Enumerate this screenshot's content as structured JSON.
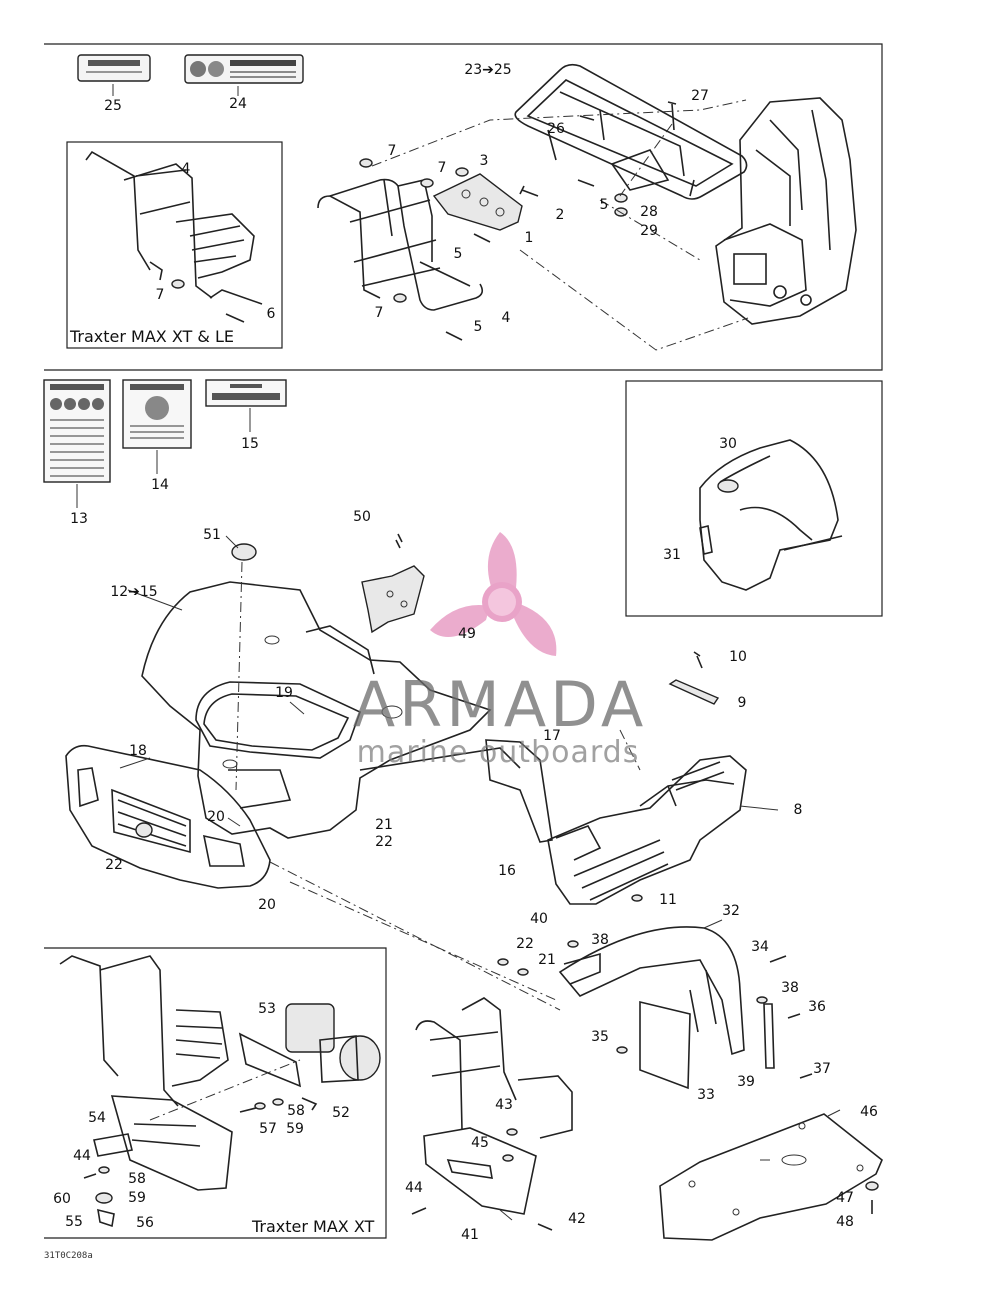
{
  "diagram": {
    "captions": {
      "max_xt_le": "Traxter MAX XT & LE",
      "max_xt": "Traxter MAX XT"
    },
    "footer_code": "31T0C208a",
    "watermark": {
      "brand": "ARMADA",
      "tagline": "marine outboards"
    },
    "labels": {
      "l1": "1",
      "l2": "2",
      "l3": "3",
      "l4a": "4",
      "l4b": "4",
      "l5a": "5",
      "l5b": "5",
      "l5c": "5",
      "l6": "6",
      "l7a": "7",
      "l7b": "7",
      "l7c": "7",
      "l7d": "7",
      "l8": "8",
      "l9": "9",
      "l10": "10",
      "l11": "11",
      "l12_15": "12➔15",
      "l13": "13",
      "l14": "14",
      "l15": "15",
      "l16": "16",
      "l17": "17",
      "l18": "18",
      "l19": "19",
      "l20a": "20",
      "l20b": "20",
      "l21a": "21",
      "l21b": "21",
      "l22a": "22",
      "l22b": "22",
      "l22c": "22",
      "l23_25": "23➔25",
      "l24": "24",
      "l25": "25",
      "l26": "26",
      "l27": "27",
      "l28": "28",
      "l29": "29",
      "l30": "30",
      "l31": "31",
      "l32": "32",
      "l33": "33",
      "l34": "34",
      "l35": "35",
      "l36": "36",
      "l37": "37",
      "l38a": "38",
      "l38b": "38",
      "l39": "39",
      "l40": "40",
      "l41": "41",
      "l42": "42",
      "l43": "43",
      "l44a": "44",
      "l44b": "44",
      "l45": "45",
      "l46": "46",
      "l47": "47",
      "l48": "48",
      "l49": "49",
      "l50": "50",
      "l51": "51",
      "l52": "52",
      "l53": "53",
      "l54": "54",
      "l55": "55",
      "l56": "56",
      "l57": "57",
      "l58a": "58",
      "l58b": "58",
      "l59a": "59",
      "l59b": "59",
      "l60": "60"
    },
    "colors": {
      "line": "#222222",
      "watermark_pink": "#e9a3c8",
      "watermark_gray": "#6b6b6b"
    }
  }
}
